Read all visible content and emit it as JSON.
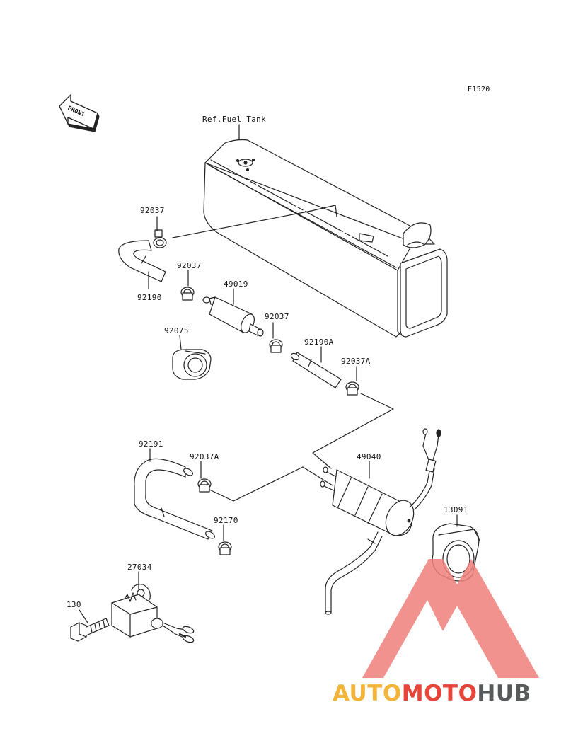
{
  "diagram": {
    "code": "E1520",
    "front_label": "FRONT",
    "ref_label": "Ref.Fuel Tank",
    "parts": {
      "clamp_top": "92037",
      "hose_upper": "92190",
      "clamp_mid": "92037",
      "filter": "49019",
      "clamp_filter_out": "92037",
      "cushion": "92075",
      "hose_mid": "92190A",
      "clamp_a_upper": "92037A",
      "hose_lower": "92191",
      "clamp_a_lower": "92037A",
      "pump": "49040",
      "hose_end": "92170",
      "pump_bracket": "13091",
      "relay": "27034",
      "bolt": "130"
    }
  },
  "watermark": {
    "part1": "AUTO",
    "part2": "MOTO",
    "part3": "HUB",
    "colors": {
      "orange": "#f2b53a",
      "red": "#e8453a",
      "grey": "#58595b",
      "triangle": "#ef7f7a"
    }
  }
}
